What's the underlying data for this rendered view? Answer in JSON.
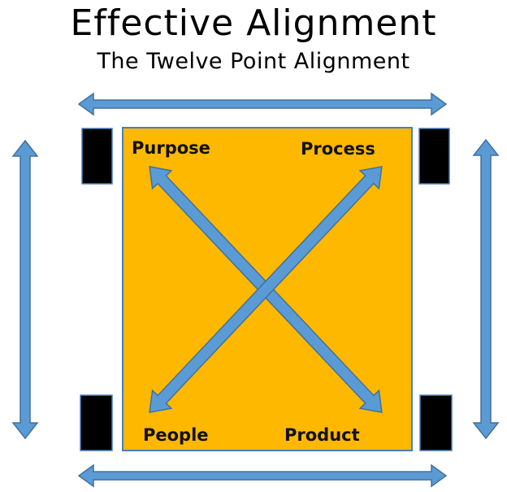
{
  "title": "Effective Alignment",
  "subtitle": "The Twelve Point Alignment",
  "labels": {
    "top_left": "Purpose",
    "top_right": "Process",
    "bottom_left": "People",
    "bottom_right": "Product"
  },
  "colors": {
    "panel": "#FFB800",
    "arrow": "#5B9BD5",
    "arrow_outline": "#41719C",
    "block": "#000000"
  }
}
